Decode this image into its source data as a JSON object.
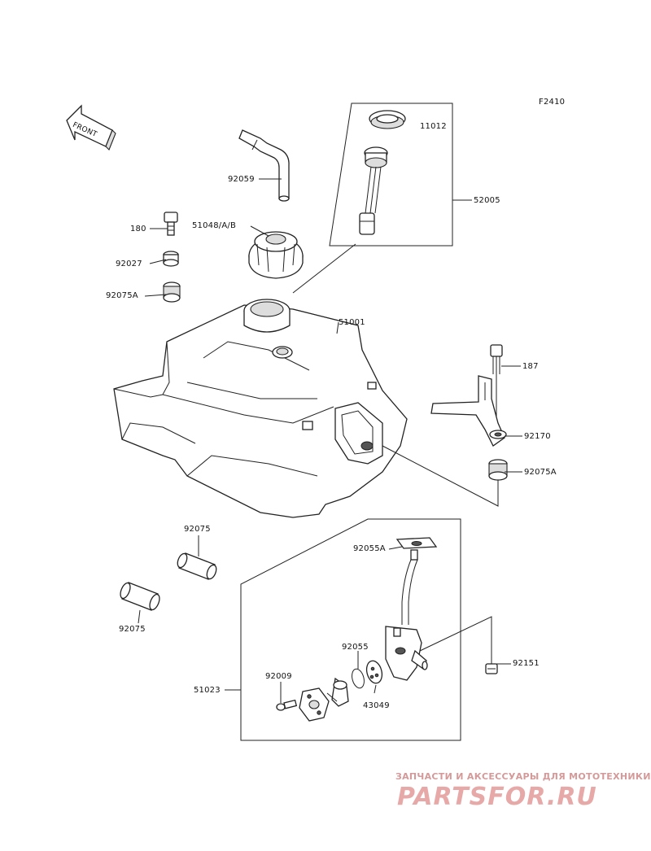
{
  "figure_code": "F2410",
  "front_label": "FRONT",
  "part_labels": {
    "p11012": "11012",
    "p52005": "52005",
    "p92059": "92059",
    "p180": "180",
    "p51048": "51048/A/B",
    "p92027": "92027",
    "p92075A_left": "92075A",
    "p51001": "51001",
    "p187": "187",
    "p92170": "92170",
    "p92075A_right": "92075A",
    "p92075_top": "92075",
    "p92075_bottom": "92075",
    "p92055A": "92055A",
    "p92055": "92055",
    "p92151": "92151",
    "p92009": "92009",
    "p51023": "51023",
    "p43049": "43049"
  },
  "watermark": {
    "tagline": "ЗАПЧАСТИ И АКСЕССУАРЫ ДЛЯ МОТОТЕХНИКИ",
    "logo": "PARTSFOR.RU"
  }
}
